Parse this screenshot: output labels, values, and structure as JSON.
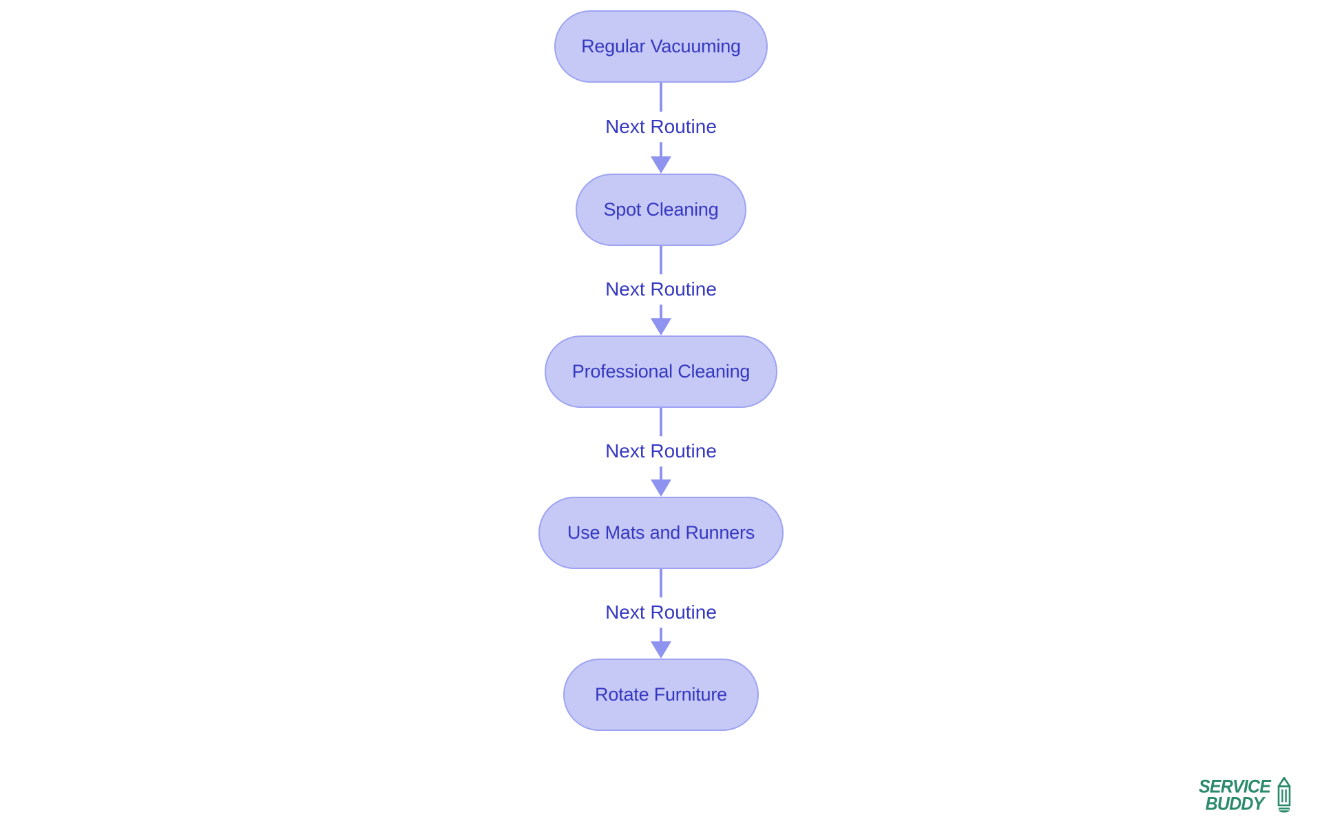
{
  "theme": {
    "background": "#ffffff",
    "node_fill": "#c6c9f5",
    "node_border": "#9da3f2",
    "node_text": "#3538c0",
    "edge_line": "#8e93f0",
    "edge_label": "#3538c0",
    "logo_color": "#2b8a6b"
  },
  "diagram": {
    "type": "flowchart-vertical",
    "nodes": [
      {
        "label": "Regular Vacuuming"
      },
      {
        "label": "Spot Cleaning"
      },
      {
        "label": "Professional Cleaning"
      },
      {
        "label": "Use Mats and Runners"
      },
      {
        "label": "Rotate Furniture"
      }
    ],
    "edges": [
      {
        "from": "Regular Vacuuming",
        "to": "Spot Cleaning",
        "label": "Next Routine"
      },
      {
        "from": "Spot Cleaning",
        "to": "Professional Cleaning",
        "label": "Next Routine"
      },
      {
        "from": "Professional Cleaning",
        "to": "Use Mats and Runners",
        "label": "Next Routine"
      },
      {
        "from": "Use Mats and Runners",
        "to": "Rotate Furniture",
        "label": "Next Routine"
      }
    ]
  },
  "icons": {
    "edge_arrow": "arrow-down-triangle",
    "brand": "pencil"
  },
  "branding": {
    "logo_line1": "SERVICE",
    "logo_line2": "BUDDY"
  }
}
